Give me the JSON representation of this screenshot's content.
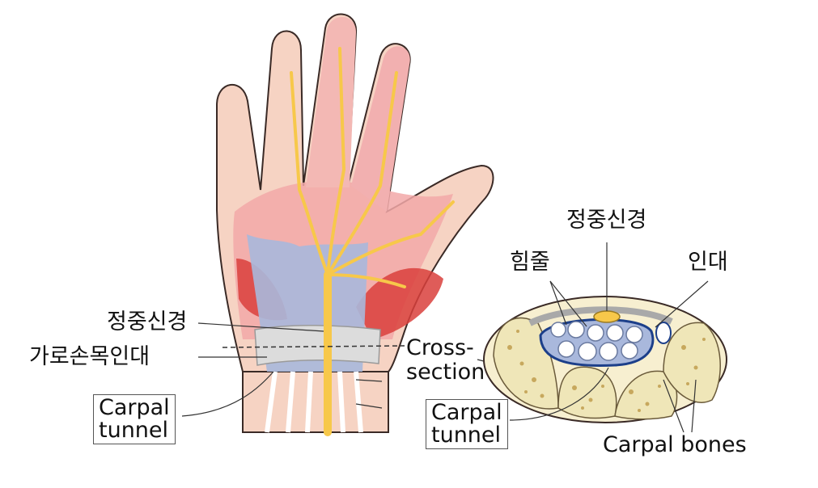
{
  "hand_labels": {
    "median_nerve": "정중신경",
    "transverse_ligament": "가로손목인대",
    "cross_section": [
      "Cross-",
      "section"
    ],
    "carpal_tunnel": [
      "Carpal",
      "tunnel"
    ]
  },
  "section_labels": {
    "median_nerve": "정중신경",
    "tendons": "힘줄",
    "ligament": "인대",
    "carpal_tunnel": [
      "Carpal",
      "tunnel"
    ],
    "carpal_bones": "Carpal bones"
  },
  "colors": {
    "skin": "#f6d3c3",
    "skin_outline": "#3a2a26",
    "palm": "#f2a8a8",
    "nerve": "#f7c84a",
    "muscle": "#d9403c",
    "tendon_sheath": "#a9b8dc",
    "ligament": "#dcdcdc",
    "bone": "#efe6b8",
    "bone_pore": "#c7a85d"
  }
}
